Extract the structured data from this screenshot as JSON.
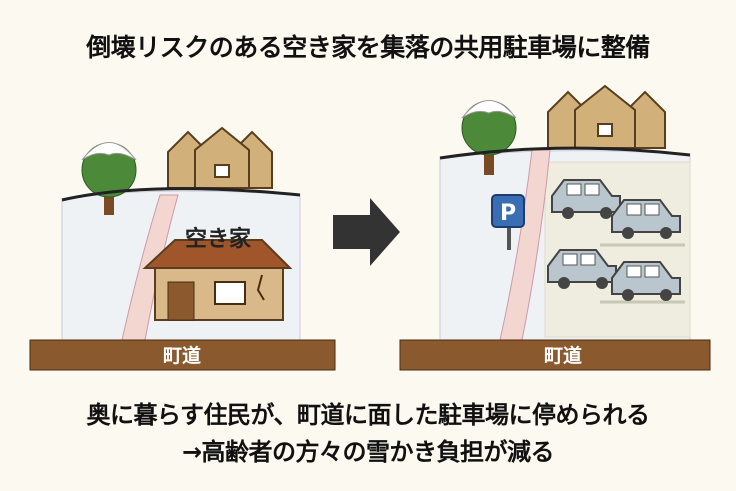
{
  "title": "倒壊リスクのある空き家を集落の共用駐車場に整備",
  "left_panel": {
    "empty_house_label": "空き家",
    "road_label": "町道"
  },
  "right_panel": {
    "parking_sign": "P",
    "road_label": "町道"
  },
  "caption": {
    "line1": "奥に暮らす住民が、町道に面した駐車場に停められる",
    "line2": "→高齢者の方々の雪かき負担が減る"
  },
  "colors": {
    "road": "#8a5a2e",
    "sign": "#3a6db3",
    "car": "#b9c6cd",
    "arrow": "#333333"
  }
}
